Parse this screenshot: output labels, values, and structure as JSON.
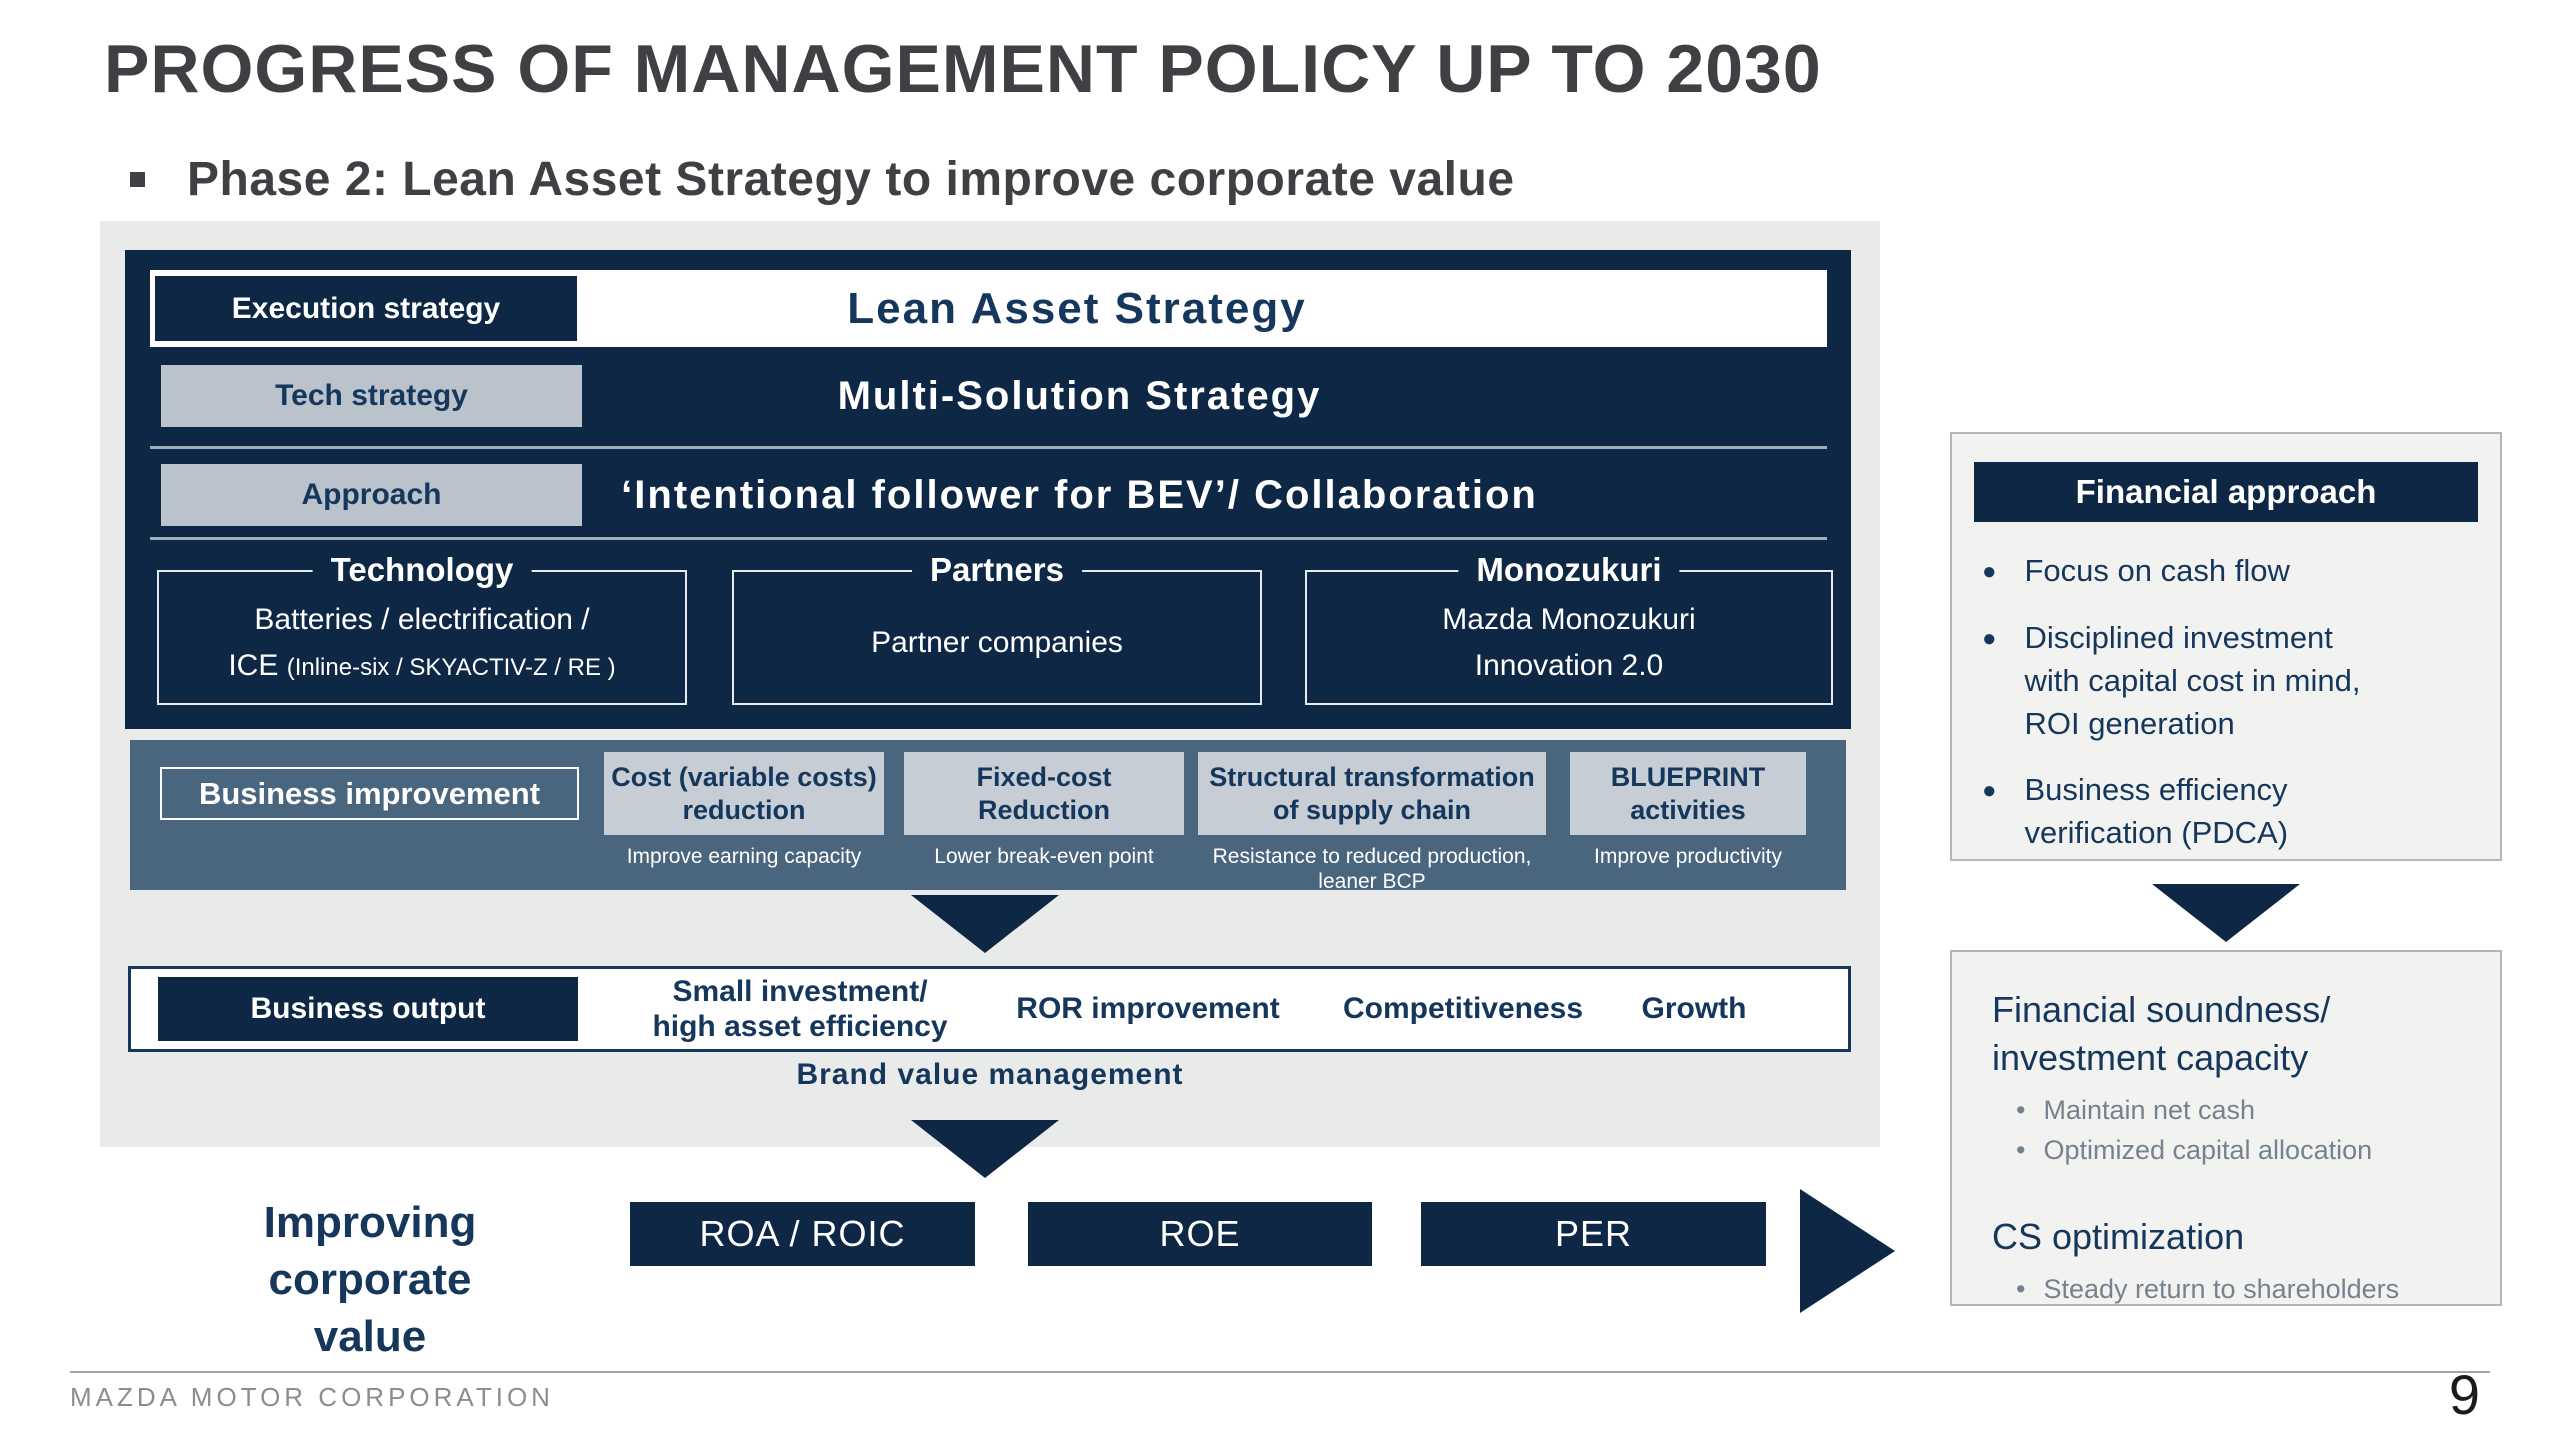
{
  "slide": {
    "title": "PROGRESS OF MANAGEMENT POLICY UP TO 2030",
    "subtitle": "Phase 2: Lean Asset Strategy to improve corporate value",
    "footer": "MAZDA MOTOR CORPORATION",
    "page_number": "9"
  },
  "strategy_panel": {
    "rows": [
      {
        "label": "Execution strategy",
        "value": "Lean Asset Strategy"
      },
      {
        "label": "Tech strategy",
        "value": "Multi-Solution Strategy"
      },
      {
        "label": "Approach",
        "value": "‘Intentional follower for BEV’/ Collaboration"
      }
    ],
    "pillars": [
      {
        "title": "Technology",
        "line1": "Batteries / electrification /",
        "line2_main": "ICE",
        "line2_small": "(Inline-six / SKYACTIV-Z / RE )"
      },
      {
        "title": "Partners",
        "line1": "Partner companies"
      },
      {
        "title": "Monozukuri",
        "line1": "Mazda Monozukuri",
        "line2": "Innovation 2.0"
      }
    ]
  },
  "business_improvement": {
    "label": "Business improvement",
    "items": [
      {
        "box_line1": "Cost (variable costs)",
        "box_line2": "reduction",
        "caption": "Improve earning capacity"
      },
      {
        "box_line1": "Fixed-cost",
        "box_line2": "Reduction",
        "caption": "Lower break-even point"
      },
      {
        "box_line1": "Structural transformation",
        "box_line2": "of supply chain",
        "caption": "Resistance to reduced production, leaner BCP"
      },
      {
        "box_line1": "BLUEPRINT",
        "box_line2": "activities",
        "caption": "Improve productivity"
      }
    ]
  },
  "business_output": {
    "label": "Business output",
    "item1_line1": "Small investment/",
    "item1_line2": "high asset efficiency",
    "item2": "ROR improvement",
    "item3": "Competitiveness",
    "item4": "Growth",
    "footnote": "Brand value management"
  },
  "corporate_value": {
    "label_line1": "Improving",
    "label_line2": "corporate value",
    "metrics": [
      "ROA / ROIC",
      "ROE",
      "PER"
    ]
  },
  "financial_approach": {
    "header": "Financial approach",
    "bullet1_line1": "Focus on cash flow",
    "bullet2_line1": "Disciplined investment",
    "bullet2_line2": "with capital cost in mind,",
    "bullet2_line3": "ROI generation",
    "bullet3_line1": "Business efficiency",
    "bullet3_line2": "verification (PDCA)"
  },
  "financial_outcome": {
    "heading1_line1": "Financial soundness/",
    "heading1_line2": "investment capacity",
    "bullet1": "Maintain net cash",
    "bullet2": "Optimized capital allocation",
    "heading2": "CS optimization",
    "bullet3": "Steady return to shareholders"
  },
  "glyphs": {
    "bullet_dot": "●",
    "small_dot": "•"
  },
  "colors": {
    "navy": "#0d2745",
    "navy_text": "#15375c",
    "silver": "#bac2cb",
    "silver_light": "#c6cdd4",
    "slate_band": "#4a657e",
    "backdrop_gray": "#e9eaea",
    "panel_bg": "#f2f2f1",
    "panel_border": "#b6b6b6",
    "muted_gray_text": "#76828f",
    "footer_gray": "#8d8d8d",
    "title_gray": "#3e4043"
  }
}
